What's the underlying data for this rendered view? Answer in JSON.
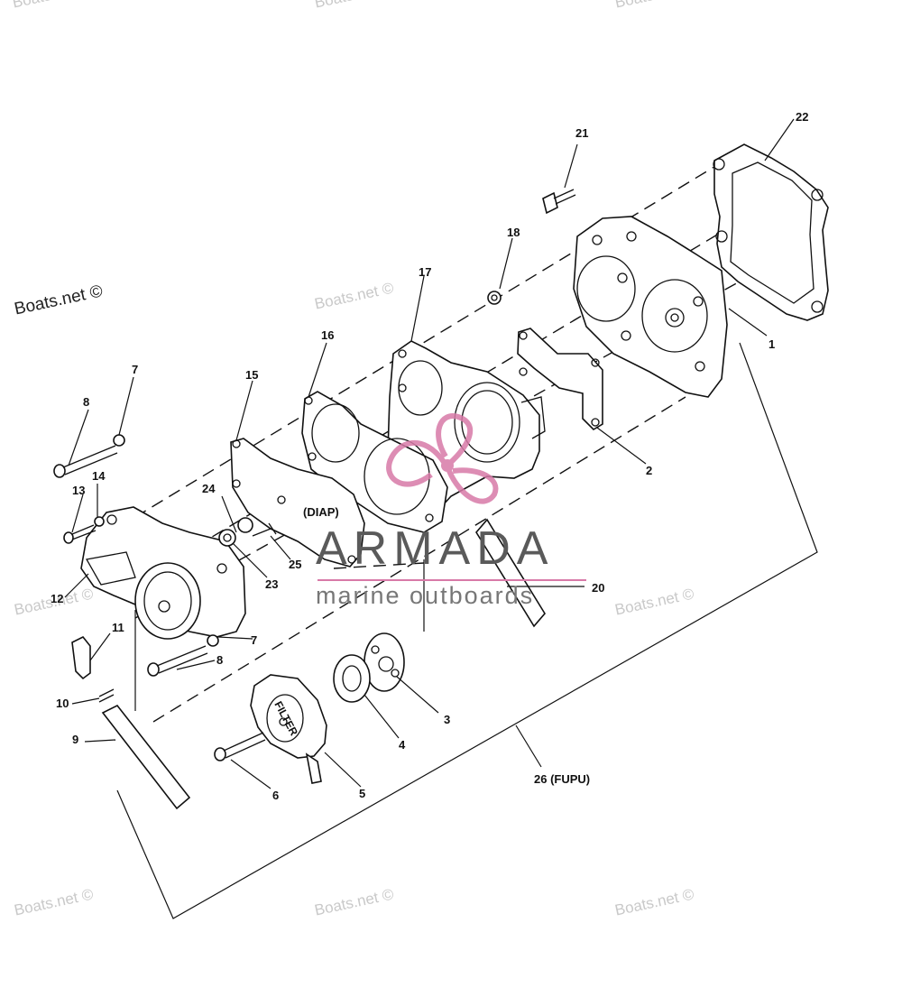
{
  "watermark": {
    "text": "Boats.net ©"
  },
  "logo": {
    "word": "ARMADA",
    "tagline": "marine outboards",
    "color": "#d87aa8"
  },
  "callouts": {
    "c1": "1",
    "c2": "2",
    "c3": "3",
    "c4": "4",
    "c5": "5",
    "c6": "6",
    "c7a": "7",
    "c7b": "7",
    "c8a": "8",
    "c8b": "8",
    "c9": "9",
    "c10": "10",
    "c11": "11",
    "c12": "12",
    "c13": "13",
    "c14": "14",
    "c15": "15",
    "c16": "16",
    "c17": "17",
    "c18": "18",
    "c20": "20",
    "c21": "21",
    "c22": "22",
    "c23": "23",
    "c24": "24",
    "c25": "25",
    "c26": "26 (FUPU)"
  },
  "part_text": {
    "diaphragm": "(DIAP)",
    "filter": "FILTER"
  }
}
